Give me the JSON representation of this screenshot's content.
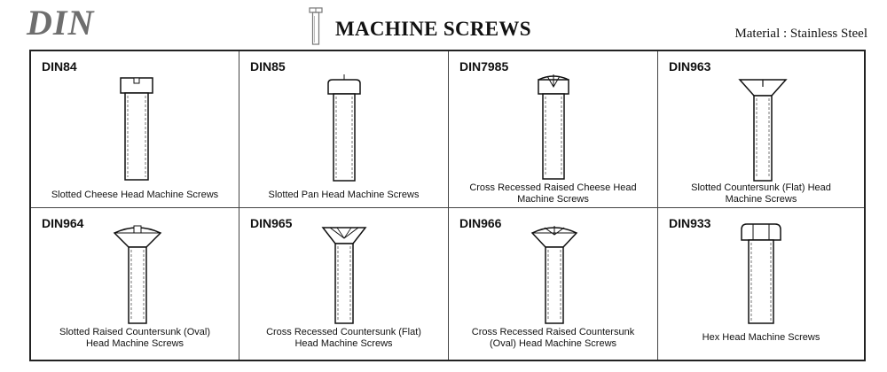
{
  "header": {
    "logo": "DIN",
    "title": "MACHINE SCREWS",
    "material": "Material : Stainless Steel",
    "title_icon": "screw-icon"
  },
  "screws": [
    {
      "code": "DIN84",
      "caption": [
        "Slotted Cheese Head Machine Screws"
      ],
      "head": "cheese-slotted-icon"
    },
    {
      "code": "DIN85",
      "caption": [
        "Slotted Pan Head Machine Screws"
      ],
      "head": "pan-slotted-icon"
    },
    {
      "code": "DIN7985",
      "caption": [
        "Cross Recessed Raised Cheese Head",
        "Machine Screws"
      ],
      "head": "cheese-cross-icon"
    },
    {
      "code": "DIN963",
      "caption": [
        "Slotted Countersunk (Flat) Head",
        "Machine Screws"
      ],
      "head": "countersunk-slotted-icon"
    },
    {
      "code": "DIN964",
      "caption": [
        "Slotted Raised Countersunk (Oval)",
        "Head Machine Screws"
      ],
      "head": "raised-countersunk-slotted-icon"
    },
    {
      "code": "DIN965",
      "caption": [
        "Cross Recessed Countersunk (Flat)",
        "Head Machine Screws"
      ],
      "head": "countersunk-cross-icon"
    },
    {
      "code": "DIN966",
      "caption": [
        "Cross Recessed Raised Countersunk",
        "(Oval) Head Machine Screws"
      ],
      "head": "raised-countersunk-cross-icon"
    },
    {
      "code": "DIN933",
      "caption": [
        "Hex Head Machine Screws"
      ],
      "head": "hex-head-icon"
    }
  ]
}
